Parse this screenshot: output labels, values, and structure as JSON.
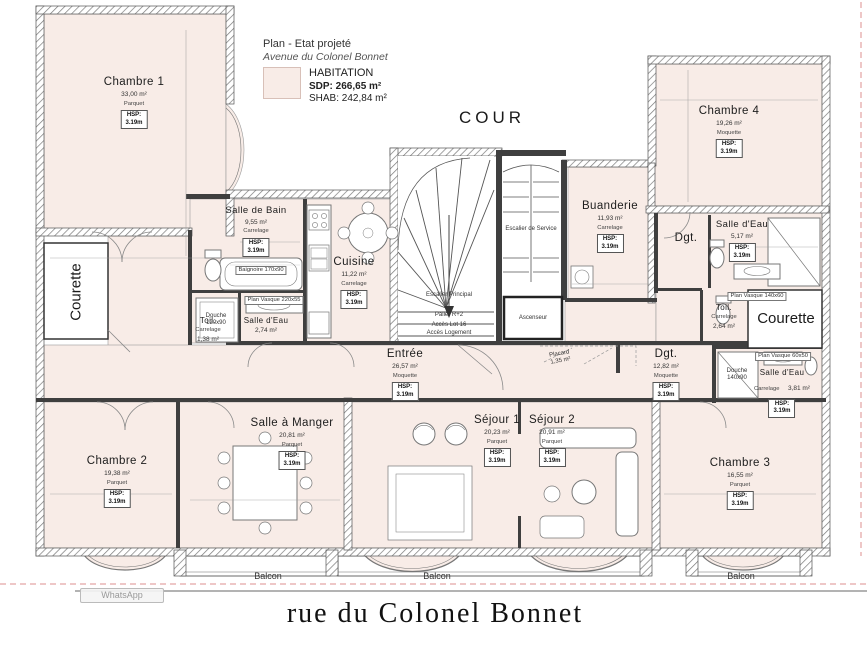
{
  "title_block": {
    "line1": "Plan - Etat projeté",
    "line2": "Avenue du Colonel Bonnet",
    "legend_label": "HABITATION",
    "sdp": "SDP: 266,65 m²",
    "shab": "SHAB: 242,84 m²"
  },
  "hsp": {
    "label": "HSP:",
    "value": "3.19m"
  },
  "rooms": {
    "chambre1": {
      "name": "Chambre 1",
      "area": "33,00 m²",
      "floor": "Parquet"
    },
    "salle_de_bain": {
      "name": "Salle de Bain",
      "area": "9,55 m²",
      "floor": "Carrelage"
    },
    "toil_left": {
      "name": "Toil.",
      "area": "1,38 m²",
      "floor": "Carrelage"
    },
    "salle_eau_left": {
      "name": "Salle d'Eau",
      "area": "2,74 m²",
      "floor": "Carrelage"
    },
    "cuisine": {
      "name": "Cuisine",
      "area": "11,22 m²",
      "floor": "Carrelage"
    },
    "buanderie": {
      "name": "Buanderie",
      "area": "11,93 m²",
      "floor": "Carrelage"
    },
    "chambre4": {
      "name": "Chambre 4",
      "area": "19,26 m²",
      "floor": "Moquette"
    },
    "salle_eau_tr": {
      "name": "Salle d'Eau",
      "area": "5,17 m²"
    },
    "dgt_top": {
      "name": "Dgt."
    },
    "toil_right": {
      "name": "Toil.",
      "area": "2,64 m²",
      "floor": "Carrelage"
    },
    "entree": {
      "name": "Entrée",
      "area": "26,57 m²",
      "floor": "Moquette"
    },
    "placard": {
      "name": "Placard",
      "area": "1,35 m²"
    },
    "dgt_bottom": {
      "name": "Dgt.",
      "area": "12,82 m²",
      "floor": "Moquette"
    },
    "salle_eau_br": {
      "name": "Salle d'Eau",
      "area": "3,81 m²",
      "floor": "Carrelage"
    },
    "chambre2": {
      "name": "Chambre 2",
      "area": "19,38 m²",
      "floor": "Parquet"
    },
    "salle_a_manger": {
      "name": "Salle à Manger",
      "area": "20,81 m²",
      "floor": "Parquet"
    },
    "sejour1": {
      "name": "Séjour 1",
      "area": "20,23 m²",
      "floor": "Parquet"
    },
    "sejour2": {
      "name": "Séjour 2",
      "area": "20,91 m²",
      "floor": "Parquet"
    },
    "chambre3": {
      "name": "Chambre 3",
      "area": "16,55 m²",
      "floor": "Parquet"
    }
  },
  "stairs": {
    "principal": "Escalier Principal",
    "palier": "Palier R+2",
    "acces_lot": "Accès Lot 16",
    "acces_logement": "Accès Logement",
    "service": "Escalier de Service",
    "ascenseur": "Ascenseur"
  },
  "fixtures": {
    "baignoire": "Baignoire 170x90",
    "douche_left": "Douche 120x90",
    "plan_vasque_left": "Plan Vasque 220x55",
    "plan_vasque_tr": "Plan Vasque 140x60",
    "plan_vasque_br": "Plan Vasque 60x50",
    "douche_br": "Douche 140x90"
  },
  "labels": {
    "cour": "COUR",
    "courette_left": "Courette",
    "courette_right": "Courette",
    "balcon1": "Balcon",
    "balcon2": "Balcon",
    "balcon3": "Balcon",
    "street": "rue du Colonel Bonnet",
    "watermark": "WhatsApp"
  },
  "colors": {
    "room_fill": "#f8ece7",
    "wall": "#555555",
    "property_line": "#dd8f8f"
  }
}
